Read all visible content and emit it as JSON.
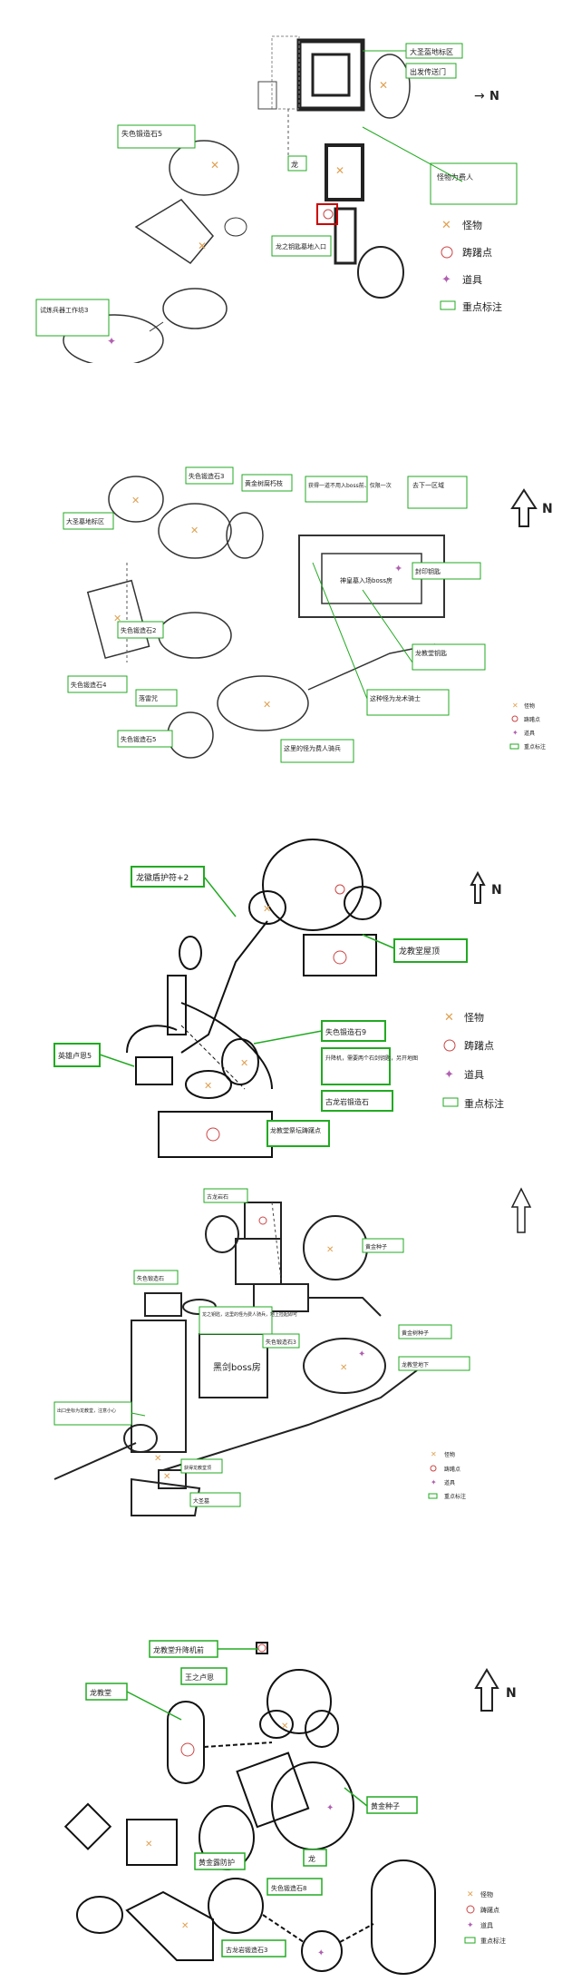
{
  "legend": {
    "monster": "怪物",
    "bonfire": "踌躇点",
    "item": "道具",
    "note": "重点标注"
  },
  "compass": "N",
  "map1": {
    "labels": [
      "大圣盔地标区",
      "出发传送门",
      "怪物为费人",
      "龙",
      "失色锻造石5",
      "龙之钥匙墓地入口",
      "试炼兵器工作坊3"
    ]
  },
  "map2": {
    "labels": [
      "大圣墓地标区",
      "失色锻造石3",
      "黄金树腐朽枝",
      "获得一道不用入boss前、仅限一次",
      "失色锻造石2",
      "去下一区域",
      "失色锻造石4",
      "落雷咒",
      "封印钥匙",
      "龙教堂钥匙",
      "这种怪为龙术骑士",
      "失色锻造石5",
      "这里的怪为费人骑兵",
      "神皇墓入场boss房"
    ]
  },
  "map3": {
    "labels": [
      "龙徽盾护符+2",
      "龙教堂屋顶",
      "失色锻造石9",
      "升降机，需要两个石剑钥匙，另开地图",
      "英雄卢恩5",
      "古龙岩锻造石",
      "龙教堂祭坛踌躇点"
    ]
  },
  "map4": {
    "labels": [
      "古龙岩石",
      "失色锻造石",
      "黄金种子",
      "黄金树种子",
      "龙之钥匙，这里的怪为费人骑兵，地上捡起即可",
      "失色锻造石3",
      "龙教堂地下",
      "出口坐标为龙教堂，注意小心",
      "黑剑boss房",
      "获得龙教堂顶",
      "大圣墓"
    ]
  },
  "map5": {
    "labels": [
      "龙教堂升降机前",
      "王之卢恩",
      "龙教堂",
      "黄金种子",
      "黄金露防护",
      "龙",
      "失色锻造石8",
      "古龙岩锻造石3"
    ]
  }
}
